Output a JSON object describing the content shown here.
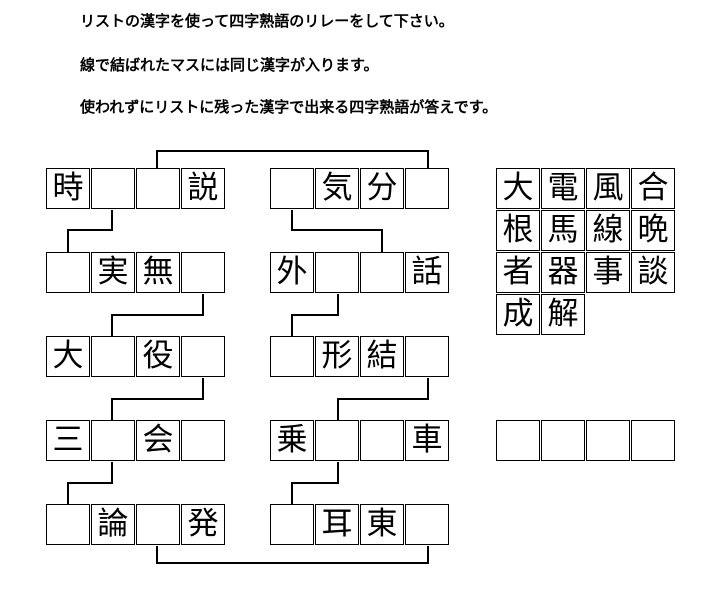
{
  "instructions": [
    "リストの漢字を使って四字熟語のリレーをして下さい。",
    "線で結ばれたマスには同じ漢字が入ります。",
    "使われずにリストに残った漢字で出来る四字熟語が答えです。"
  ],
  "left_column": [
    [
      "時",
      "",
      "",
      "説"
    ],
    [
      "",
      "実",
      "無",
      ""
    ],
    [
      "大",
      "",
      "役",
      ""
    ],
    [
      "三",
      "",
      "会",
      ""
    ],
    [
      "",
      "論",
      "",
      "発"
    ]
  ],
  "middle_column": [
    [
      "",
      "気",
      "分",
      ""
    ],
    [
      "外",
      "",
      "",
      "話"
    ],
    [
      "",
      "形",
      "結",
      ""
    ],
    [
      "乗",
      "",
      "",
      "車"
    ],
    [
      "",
      "耳",
      "東",
      ""
    ]
  ],
  "kanji_list": [
    [
      "大",
      "電",
      "風",
      "合"
    ],
    [
      "根",
      "馬",
      "線",
      "晩"
    ],
    [
      "者",
      "器",
      "事",
      "談"
    ],
    [
      "成",
      "解"
    ]
  ],
  "answer": [
    "",
    "",
    "",
    ""
  ]
}
